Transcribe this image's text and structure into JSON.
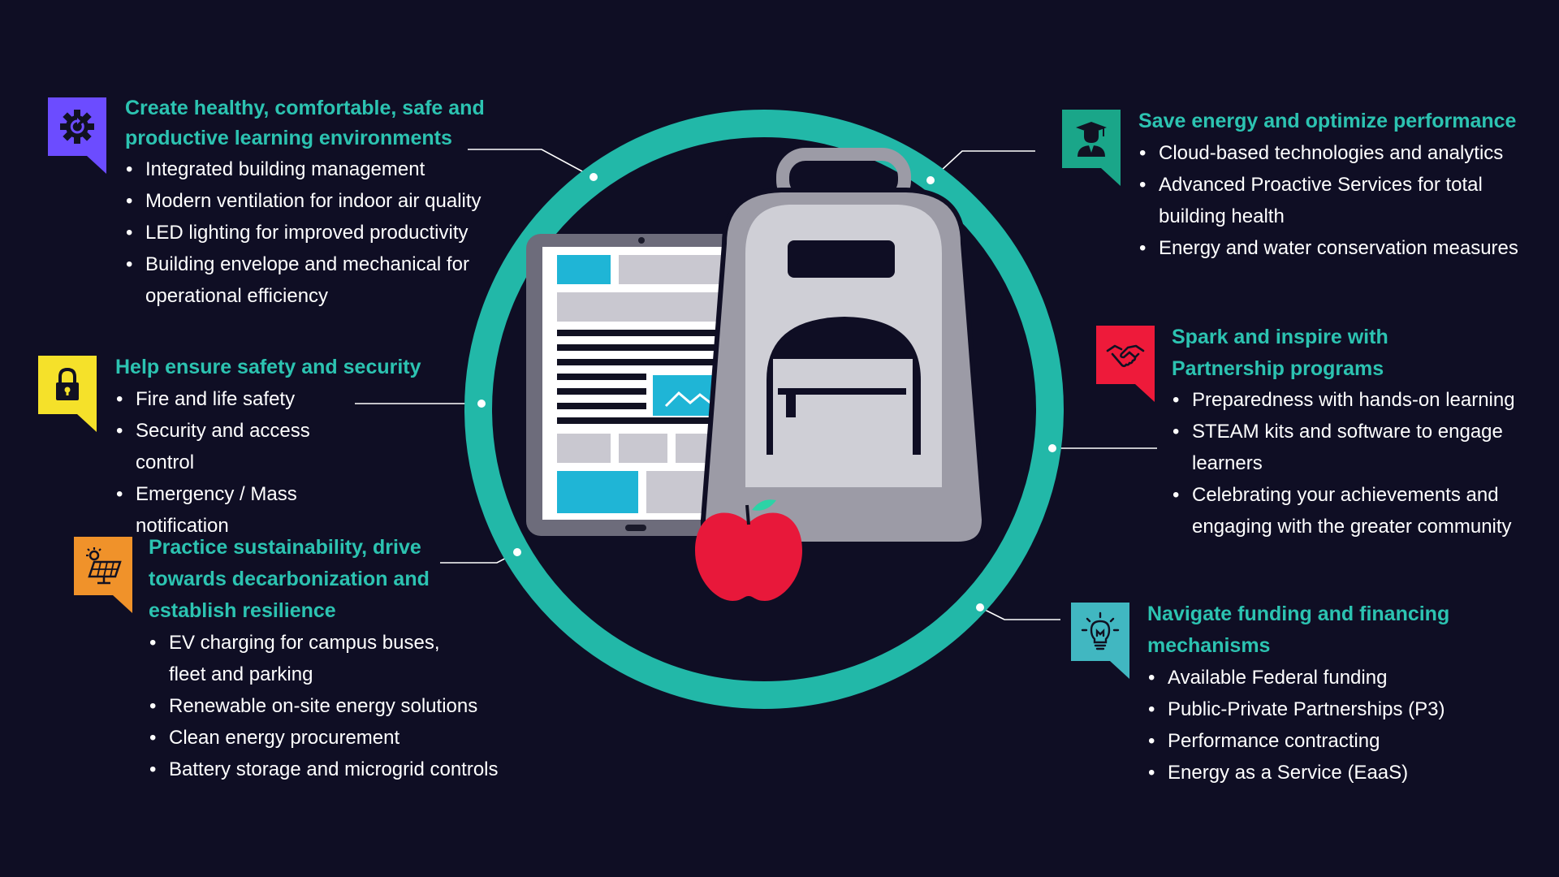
{
  "blocks": [
    {
      "id": "learning",
      "icon": "gear-icon",
      "color": "#6c4cff",
      "title": "Create healthy, comfortable, safe and productive learning environments",
      "items": [
        "Integrated building management",
        "Modern ventilation for indoor air quality",
        "LED lighting for improved productivity",
        "Building envelope and mechanical for operational efficiency"
      ]
    },
    {
      "id": "safety",
      "icon": "padlock-icon",
      "color": "#f5e12a",
      "title": "Help ensure safety and security",
      "items": [
        "Fire and life safety",
        "Security and access control",
        "Emergency / Mass notification"
      ]
    },
    {
      "id": "sustainability",
      "icon": "solar-panel-icon",
      "color": "#f0922a",
      "title": "Practice sustainability, drive towards decarbonization and establish resilience",
      "items": [
        "EV charging for campus buses, fleet and parking",
        "Renewable on-site energy solutions",
        "Clean energy procurement",
        "Battery storage and microgrid controls"
      ]
    },
    {
      "id": "energy",
      "icon": "graduate-icon",
      "color": "#1aa689",
      "title": "Save energy and optimize performance",
      "items": [
        "Cloud-based technologies and analytics",
        "Advanced Proactive Services for total building health",
        "Energy and water conservation measures"
      ]
    },
    {
      "id": "partnership",
      "icon": "handshake-icon",
      "color": "#ee1a3a",
      "title": "Spark and inspire with Partnership programs",
      "items": [
        "Preparedness with hands-on learning",
        "STEAM kits and software to engage learners",
        "Celebrating your achievements and engaging with the greater community"
      ]
    },
    {
      "id": "funding",
      "icon": "lightbulb-icon",
      "color": "#41b7c1",
      "title": "Navigate funding and financing mechanisms",
      "items": [
        "Available Federal funding",
        "Public-Private Partnerships (P3)",
        "Performance contracting",
        "Energy as a Service (EaaS)"
      ]
    }
  ],
  "colors": {
    "background": "#0f0e24",
    "ring": "#22b8a8",
    "heading": "#2cc3b1",
    "apple": "#e8183a",
    "tablet": "#6d6c7b",
    "backpack": "#9c9ba6"
  }
}
